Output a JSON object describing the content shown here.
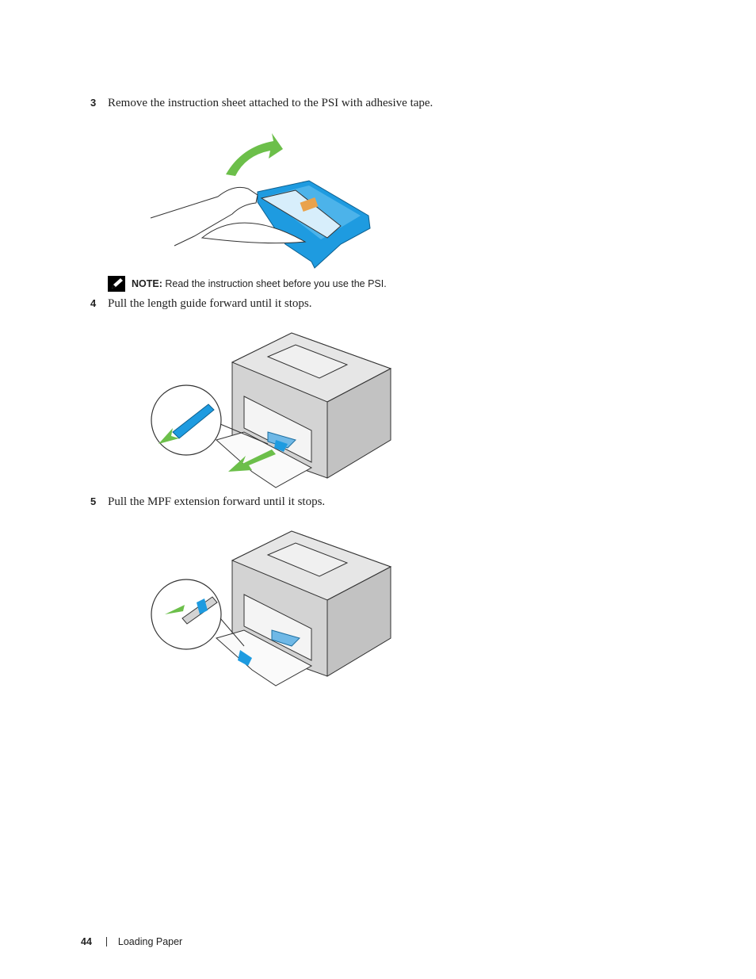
{
  "steps": [
    {
      "num": "3",
      "text": "Remove the instruction sheet attached to the PSI with adhesive tape."
    },
    {
      "num": "4",
      "text": "Pull the length guide forward until it stops."
    },
    {
      "num": "5",
      "text": "Pull the MPF extension forward until it stops."
    }
  ],
  "note": {
    "label": "NOTE:",
    "text": "Read the instruction sheet before you use the PSI."
  },
  "footer": {
    "page": "44",
    "section": "Loading Paper"
  },
  "colors": {
    "blue": "#1e9be0",
    "green": "#6cbf4a",
    "gray": "#c9c9c9"
  }
}
